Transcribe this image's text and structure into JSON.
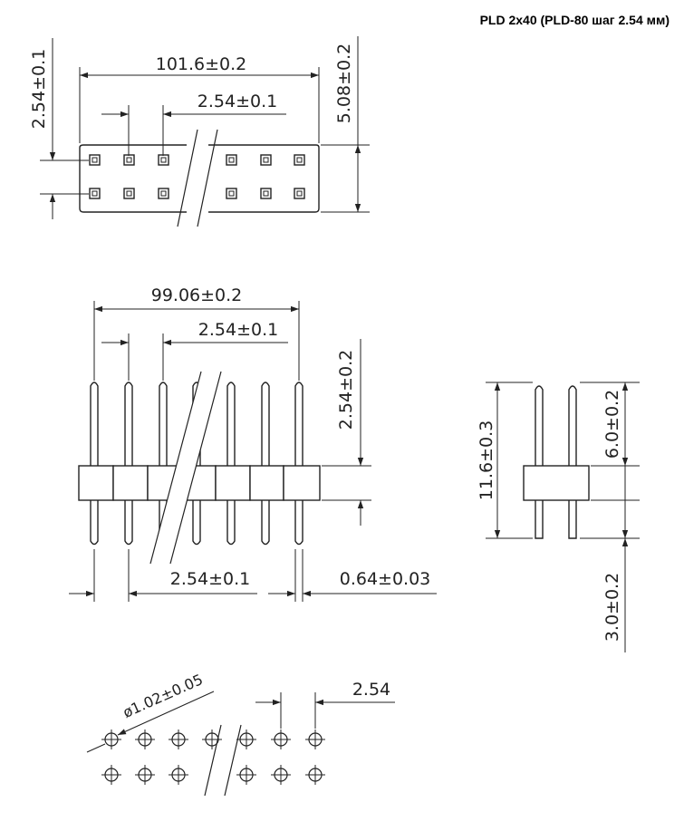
{
  "title": "PLD 2x40 (PLD-80 шаг 2.54 мм)",
  "top_view": {
    "length": "101.6±0.2",
    "pitch": "2.54±0.1",
    "row_pitch": "2.54±0.1",
    "width": "5.08±0.2"
  },
  "front_view": {
    "pin_span": "99.06±0.2",
    "pitch": "2.54±0.1",
    "pin_top": "2.54±0.2",
    "bottom_pitch": "2.54±0.1",
    "pin_width": "0.64±0.03"
  },
  "side_view": {
    "total_height": "11.6±0.3",
    "upper_pin": "6.0±0.2",
    "lower_pin": "3.0±0.2"
  },
  "footprint": {
    "hole_diameter": "ø1.02±0.05",
    "pitch": "2.54"
  },
  "colors": {
    "line": "#222222",
    "background": "#ffffff"
  }
}
